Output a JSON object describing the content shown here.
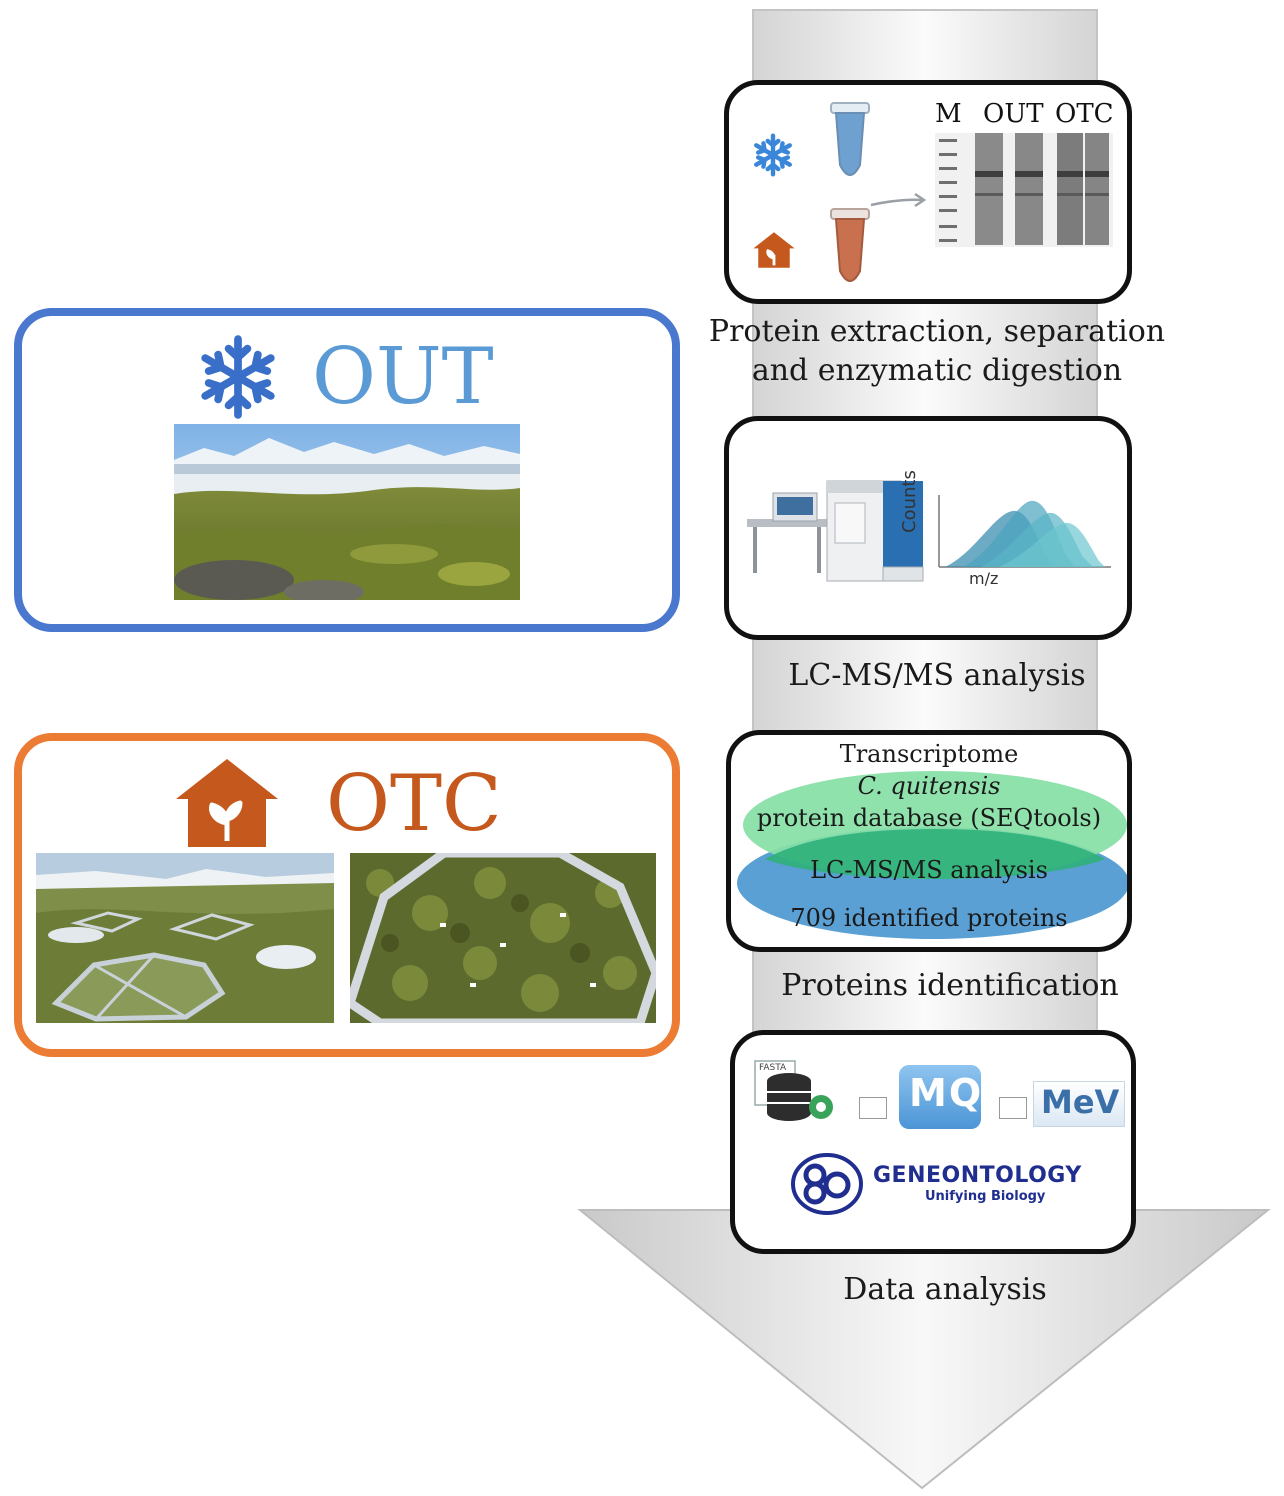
{
  "conditions": {
    "out": {
      "label": "OUT",
      "color": "#4a78cf",
      "icon": "snowflake-icon"
    },
    "otc": {
      "label": "OTC",
      "color": "#ec7c33",
      "icon": "house-plant-icon"
    }
  },
  "steps": [
    {
      "id": "extraction",
      "caption_line1": "Protein extraction, separation",
      "caption_line2": "and enzymatic digestion",
      "gel_lanes": [
        "M",
        "OUT",
        "OTC"
      ]
    },
    {
      "id": "lcms",
      "caption": "LC-MS/MS analysis",
      "spectrum_ylabel": "Counts",
      "spectrum_xlabel": "m/z"
    },
    {
      "id": "identification",
      "caption": "Proteins identification",
      "venn_title": "Transcriptome",
      "venn_species": "C. quitensis",
      "venn_db": "protein database (SEQtools)",
      "venn_overlap": "LC-MS/MS analysis",
      "venn_bottom": "709 identified proteins"
    },
    {
      "id": "data",
      "caption": "Data analysis",
      "fasta_label": "FASTA",
      "mq_logo": "MQ",
      "mev_logo": "MeV",
      "go_brand": "GENEONTOLOGY",
      "go_tagline": "Unifying Biology"
    }
  ]
}
